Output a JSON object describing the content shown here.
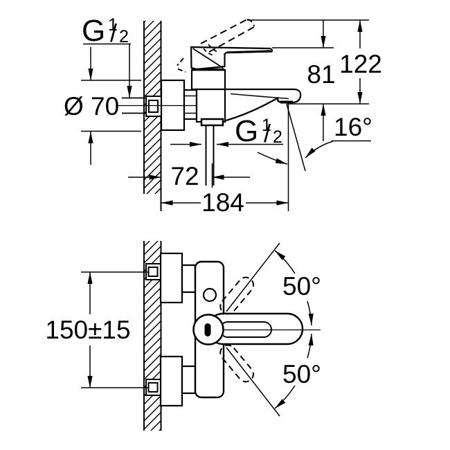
{
  "colors": {
    "background": "#ffffff",
    "line": "#000000"
  },
  "top_view": {
    "inlet_thread": {
      "g": "G",
      "numerator": "1",
      "slash": "/",
      "denominator": "2"
    },
    "escutcheon_diameter": "Ø 70",
    "total_height": "122",
    "spout_height": "81",
    "spout_angle": "16°",
    "outlet_thread": {
      "g": "G",
      "numerator": "1",
      "slash": "/",
      "denominator": "2"
    },
    "wall_to_outlet": "72",
    "wall_to_spout_tip": "184"
  },
  "bottom_view": {
    "connection_spacing": "150±15",
    "swing_upper": "50°",
    "swing_lower": "50°"
  }
}
